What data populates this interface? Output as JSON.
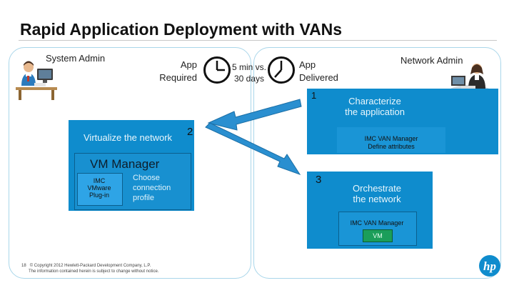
{
  "title": "Rapid Application Deployment with VANs",
  "left_panel": {
    "role": "System Admin",
    "app_required": "App\nRequired",
    "virtualize": "Virtualize the network",
    "step": "2",
    "vm_manager": {
      "title": "VM Manager",
      "plugin": "IMC\nVMware\nPlug-in",
      "choose": "Choose\nconnection\nprofile"
    }
  },
  "timing": "5 min vs.\n30 days",
  "right_panel": {
    "role": "Network Admin",
    "app_delivered": "App\nDelivered",
    "step1": {
      "number": "1",
      "text": "Characterize\nthe application",
      "sub": "IMC VAN Manager\nDefine attributes"
    },
    "step3": {
      "number": "3",
      "text": "Orchestrate\nthe network",
      "sub": "IMC VAN Manager",
      "vm": "VM"
    }
  },
  "footer": {
    "page": "18",
    "copyright": "© Copyright 2012 Hewlett-Packard Development Company, L.P.",
    "notice": "The information contained herein is subject to change without notice."
  },
  "logo_text": "hp",
  "colors": {
    "accent": "#0f8ccd",
    "panel_border": "#a9d6ea",
    "arrow": "#2a8fd0",
    "vm_green": "#1b9e5a"
  },
  "icons": [
    "person-at-desk-icon",
    "clock-icon",
    "arrow-icon",
    "hp-logo-icon"
  ]
}
